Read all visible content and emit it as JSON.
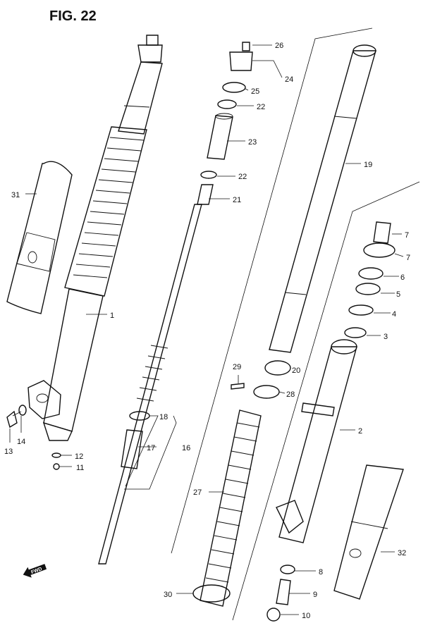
{
  "figure": {
    "title": "FIG. 22"
  },
  "direction_badge": {
    "label": "FWD",
    "icon": "arrow-left-icon"
  },
  "callouts": [
    {
      "id": "26",
      "text": "26"
    },
    {
      "id": "24",
      "text": "24"
    },
    {
      "id": "25",
      "text": "25"
    },
    {
      "id": "22a",
      "text": "22"
    },
    {
      "id": "23",
      "text": "23"
    },
    {
      "id": "22b",
      "text": "22"
    },
    {
      "id": "21",
      "text": "21"
    },
    {
      "id": "19",
      "text": "19"
    },
    {
      "id": "31",
      "text": "31"
    },
    {
      "id": "1",
      "text": "1"
    },
    {
      "id": "7a",
      "text": "7"
    },
    {
      "id": "7b",
      "text": "7"
    },
    {
      "id": "6",
      "text": "6"
    },
    {
      "id": "5",
      "text": "5"
    },
    {
      "id": "4",
      "text": "4"
    },
    {
      "id": "3",
      "text": "3"
    },
    {
      "id": "29",
      "text": "29"
    },
    {
      "id": "20",
      "text": "20"
    },
    {
      "id": "28",
      "text": "28"
    },
    {
      "id": "13",
      "text": "13"
    },
    {
      "id": "14",
      "text": "14"
    },
    {
      "id": "18",
      "text": "18"
    },
    {
      "id": "17",
      "text": "17"
    },
    {
      "id": "16",
      "text": "16"
    },
    {
      "id": "2",
      "text": "2"
    },
    {
      "id": "12",
      "text": "12"
    },
    {
      "id": "11",
      "text": "11"
    },
    {
      "id": "27",
      "text": "27"
    },
    {
      "id": "32",
      "text": "32"
    },
    {
      "id": "8",
      "text": "8"
    },
    {
      "id": "9",
      "text": "9"
    },
    {
      "id": "30",
      "text": "30"
    },
    {
      "id": "10",
      "text": "10"
    }
  ]
}
